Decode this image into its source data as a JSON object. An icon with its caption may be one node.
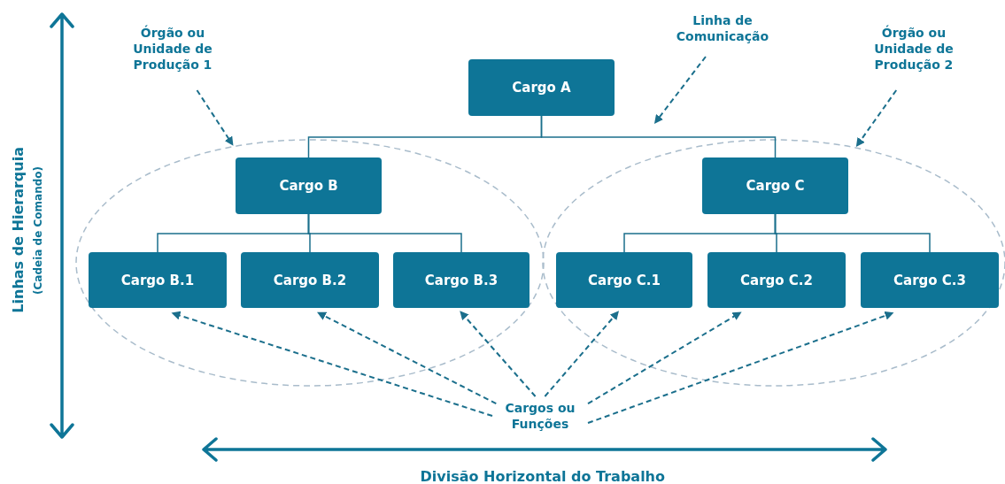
{
  "diagram": {
    "nodes": [
      {
        "text": [
          "Órgão ou Unidade de Produção 1"
        ]
      },
      {
        "text": [
          "Linha de Comunicação"
        ]
      },
      {
        "text": [
          "Órgão ou Unidade de Produção 2"
        ]
      },
      {
        "text": [
          "Cargo A"
        ]
      },
      {
        "text": [],
        "shape": "ellipse"
      },
      {
        "text": [
          "Cargo B"
        ],
        "in": 4
      },
      {
        "text": [],
        "shape": "ellipse"
      },
      {
        "text": [
          "Cargo C"
        ],
        "in": 6
      },
      {
        "text": [
          "Cargo B.1"
        ],
        "in": 4
      },
      {
        "text": [
          "Cargo B.2"
        ],
        "in": 4
      },
      {
        "text": [
          "Cargo B.3"
        ],
        "in": 4
      },
      {
        "text": [
          "Cargo C.1"
        ],
        "in": 6
      },
      {
        "text": [
          "Cargo C.2"
        ],
        "in": 6
      },
      {
        "text": [
          "Cargo C.3"
        ],
        "in": 6
      },
      {
        "text": [
          "Cargos ou Funções"
        ]
      }
    ],
    "edges": [
      {
        "from": 3,
        "to": 5,
        "arrow": "none"
      },
      {
        "from": 3,
        "to": 7,
        "arrow": "none"
      },
      {
        "from": 5,
        "to": 8,
        "arrow": "none"
      },
      {
        "from": 5,
        "to": 9,
        "arrow": "none"
      },
      {
        "from": 5,
        "to": 10,
        "arrow": "none"
      },
      {
        "from": 7,
        "to": 11,
        "arrow": "none"
      },
      {
        "from": 7,
        "to": 12,
        "arrow": "none"
      },
      {
        "from": 7,
        "to": 13,
        "arrow": "none"
      },
      {
        "from": 0,
        "to": 4,
        "arrow": "to",
        "style": "dashed"
      },
      {
        "from": 1,
        "to": null,
        "arrow": "to",
        "style": "dashed"
      },
      {
        "from": 2,
        "to": 6,
        "arrow": "to",
        "style": "dashed"
      },
      {
        "from": 14,
        "to": 8,
        "arrow": "to",
        "style": "dashed"
      },
      {
        "from": 14,
        "to": 9,
        "arrow": "to",
        "style": "dashed"
      },
      {
        "from": 14,
        "to": 10,
        "arrow": "to",
        "style": "dashed"
      },
      {
        "from": 14,
        "to": 11,
        "arrow": "to",
        "style": "dashed"
      },
      {
        "from": 14,
        "to": 12,
        "arrow": "to",
        "style": "dashed"
      },
      {
        "from": 14,
        "to": 13,
        "arrow": "to",
        "style": "dashed"
      }
    ],
    "labels": [
      "Linhas de Hierarquia",
      "(Cadeia de Comando)",
      "Divisão Horizontal do Trabalho"
    ]
  }
}
